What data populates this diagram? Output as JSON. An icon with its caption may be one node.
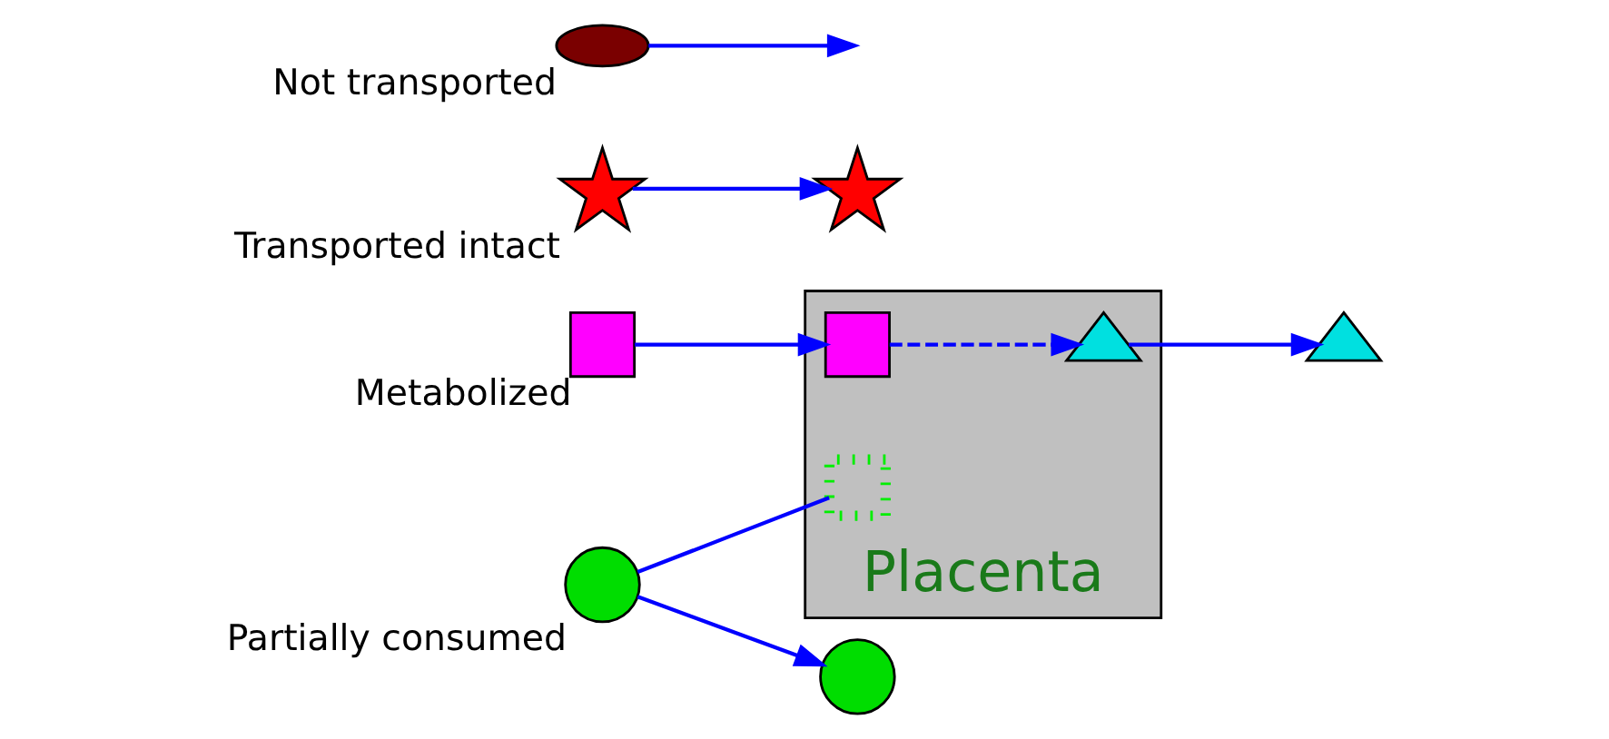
{
  "diagram": {
    "nodes": [
      {
        "text": [
          "Placenta"
        ]
      },
      {
        "text": [],
        "shape": "star",
        "beside": [
          "Transported intact"
        ]
      },
      {
        "text": [],
        "shape": "star"
      },
      {
        "text": [],
        "shape": "dots",
        "in": 0
      },
      {
        "text": [],
        "shape": "circle",
        "beside": [
          "Partially consumed"
        ]
      },
      {
        "text": [],
        "shape": "circle"
      },
      {
        "text": [],
        "shape": "square",
        "beside": [
          "Metabolized"
        ]
      },
      {
        "text": [],
        "shape": "square",
        "in": 0
      },
      {
        "text": [],
        "shape": "triangle",
        "in": 0
      },
      {
        "text": [],
        "shape": "triangle"
      },
      {
        "text": [],
        "shape": "ellipse",
        "beside": [
          "Not transported"
        ]
      }
    ],
    "edges": [
      {
        "from": 1,
        "to": 2,
        "arrow": "to"
      },
      {
        "from": 4,
        "to": 3,
        "arrow": "none"
      },
      {
        "from": 4,
        "to": 5,
        "arrow": "to"
      },
      {
        "from": 6,
        "to": 7,
        "arrow": "to"
      },
      {
        "from": 7,
        "to": 8,
        "arrow": "to",
        "style": "dashed"
      },
      {
        "from": 8,
        "to": 9,
        "arrow": "to"
      },
      {
        "from": 10,
        "to": null,
        "arrow": "to"
      }
    ]
  }
}
